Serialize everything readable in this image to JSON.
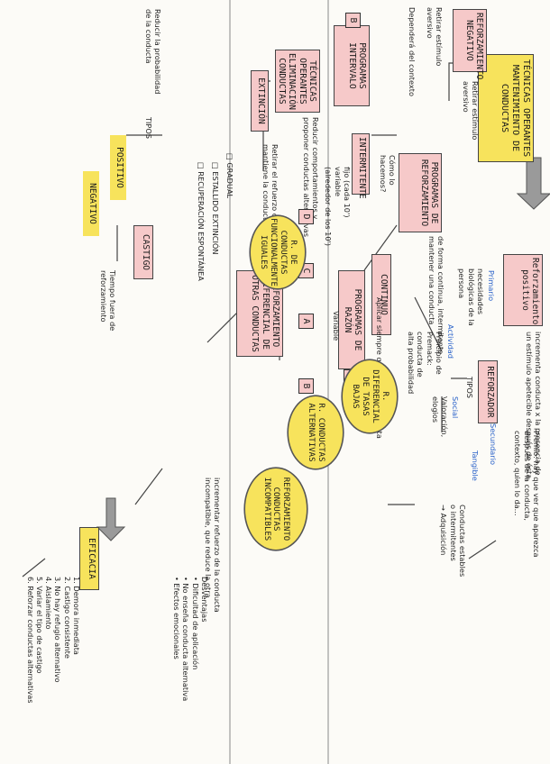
{
  "title": {
    "line1": "TÉCNICAS OPERANTES MANTENIMIENTO DE CONDUCTAS"
  },
  "nodes": {
    "neg_reinforcement": "REFORZAMIENTO NEGATIVO",
    "pos_reinforcement": "Reforzamiento positivo",
    "intermitente": "INTERMITENTE",
    "programas_intervalo": "PROGRAMAS INTERVALO",
    "programas_reforzamiento": "PROGRAMAS DE REFORZAMIENTO",
    "continuo": "CONTINUO",
    "programas_razon": "PROGRAMAS DE RAZÓN",
    "reforzador": "REFORZADOR",
    "tecnicas_eliminacion": "TÉCNICAS OPERANTES ELIMINACIÓN CONDUCTAS",
    "extincion": "EXTINCIÓN",
    "ref_diferencial_otras": "REFORZAMIENTO DIFERENCIAL DE OTRAS CONDUCTAS",
    "castigo": "CASTIGO",
    "positivo": "POSITIVO",
    "negativo": "NEGATIVO",
    "eficacia": "EFICACIA"
  },
  "letters": {
    "a": "A",
    "b": "B",
    "c": "C",
    "d": "D",
    "a_circle": "A",
    "b_circle": "B"
  },
  "types": {
    "primario": "Primario",
    "actividad": "Actividad",
    "social": "Social",
    "secundario": "Secundario",
    "tangible": "Tangible"
  },
  "labels": {
    "tipos": "TIPOS"
  },
  "clouds": {
    "funcionalmente_iguales": "R. DE CONDUCTAS FUNCIONALMENTE IGUALES",
    "tasas_bajas": "R. DIFERENCIAL DE TASAS BAJAS",
    "alternativas": "R. CONDUCTAS ALTERNATIVAS",
    "incompatibles": "REFORZAMIENTO CONDUCTAS INCOMPATIBLES"
  },
  "notes": {
    "neg_reinf_desc": "Retirar estímulo\naversivo",
    "retirar": "Retirar estímulo\naversivo",
    "dependerá": "",
    "dependera": "Dependerá del contexto",
    "como_hacemos": "Cómo lo\nhacemos?",
    "forma_continua": "de forma continua, intermitente\nmantener una conducta",
    "fijo": "fijo (cada 10')\nvariable\n(alrededor de los 10')",
    "aplican": "Aplicar siempre que se dé la conducta",
    "variable": "Variable",
    "incrementa": "incrementa conducta x la presencia de\nun estímulo apetecible después de ésta.",
    "primario_desc": "necesidades\nbiológicas de la\npersona",
    "actividad_desc": "Principio de\nPremack:\nconducta de\nalta probabilidad",
    "social_desc": "Valoración,\nelogios",
    "premio": "Premio: hay que ver que aparezca\ndespués de la conducta,\ncontexto, quien lo da...",
    "adquisicion": "Conductas estables\no intermitentes\n→ Adquisición",
    "reducir": "Reducir comportamientos y\nproponer conductas alternativas",
    "extincion_desc": "Retirar el refuerzo que\nmantiene la conducta",
    "gradual": "□ GRADUAL",
    "estallido": "□ ESTALLIDO EXTINCIÓN",
    "recuperacion": "□ RECUPERACIÓN ESPONTÁNEA",
    "castigo_desc": "Reducir la probabilidad\nde la conducta",
    "tiempo_fuera": "Tiempo fuera de\nreforzamiento",
    "eficacia_list": "1. Demora inmediata\n2. Castigo consistente\n3. No hay refugio alternativo\n4. Aislamiento\n5. Variar el tipo de castigo\n6. Reforzar conductas alternativas",
    "desventajas": "Desventajas\n• Dificultad de aplicación\n• No enseña conducta alternativa\n• Efectos emocionales",
    "bottom_desc": "incrementar refuerzo de la conducta\nincompatible, que reduce la otra"
  }
}
